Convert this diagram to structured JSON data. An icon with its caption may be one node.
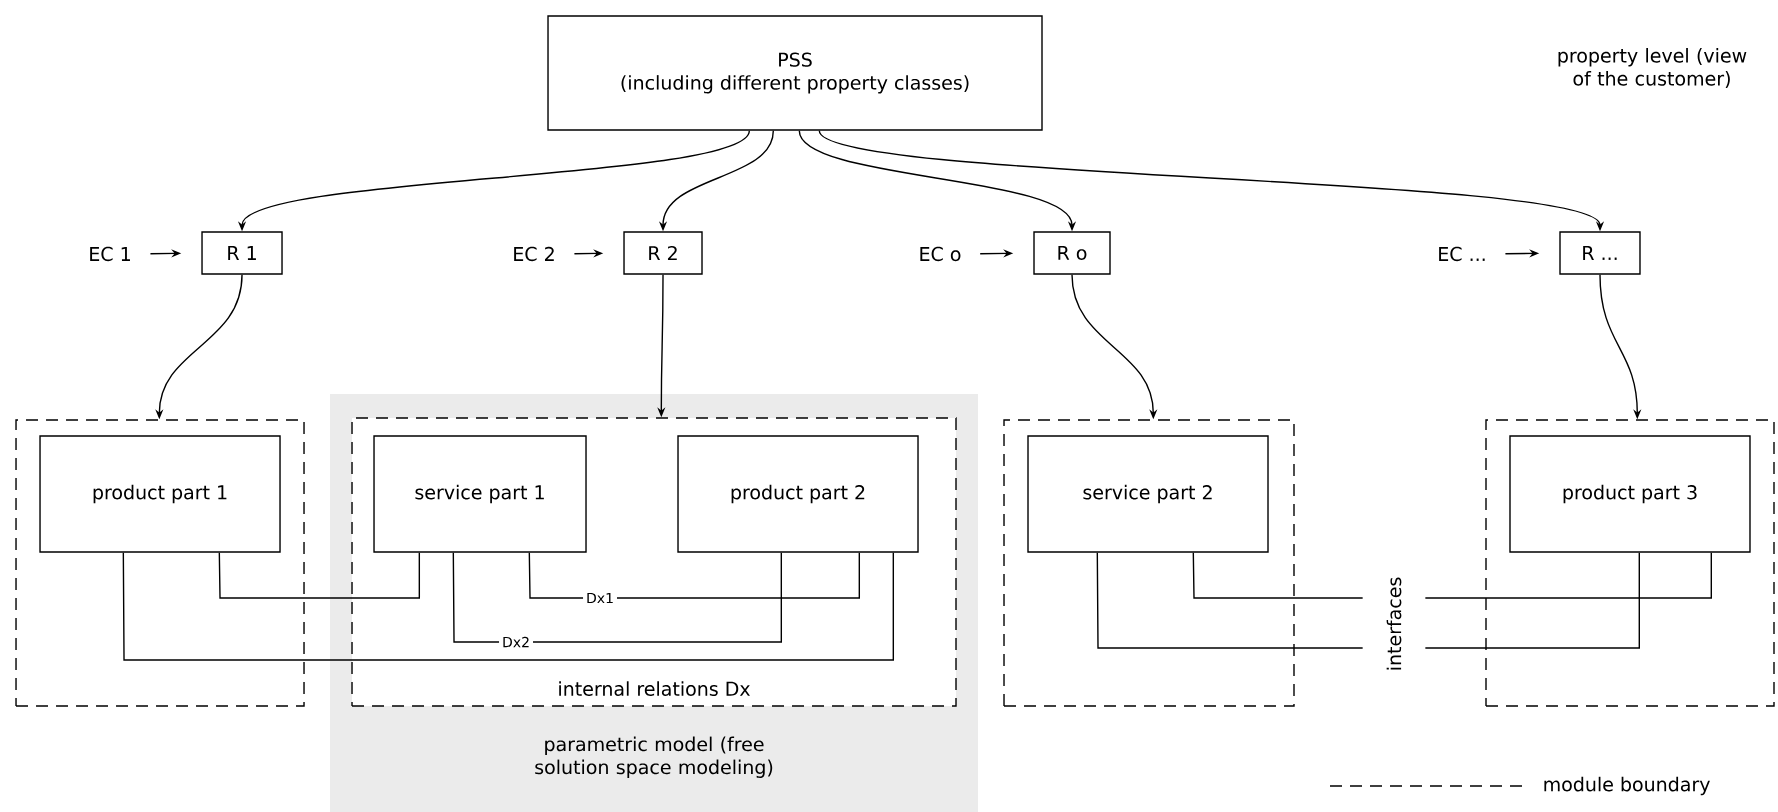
{
  "diagram": {
    "nodes": [
      {
        "text": [
          "PSS",
          "(including different property classes)"
        ]
      },
      {
        "text": [
          "EC 1"
        ]
      },
      {
        "text": [
          "R 1"
        ]
      },
      {
        "text": [
          "EC 2"
        ]
      },
      {
        "text": [
          "R 2"
        ]
      },
      {
        "text": [
          "EC o"
        ]
      },
      {
        "text": [
          "R o"
        ]
      },
      {
        "text": [
          "EC ..."
        ]
      },
      {
        "text": [
          "R ..."
        ]
      },
      {
        "text": [],
        "shape": "box"
      },
      {
        "text": [
          "product part 1"
        ],
        "in": 9
      },
      {
        "text": [
          "parametric model (free solution space modeling)"
        ]
      },
      {
        "text": [
          "internal relations Dx"
        ],
        "in": 11
      },
      {
        "text": [
          "service part 1"
        ],
        "in": 12
      },
      {
        "text": [
          "product part 2"
        ],
        "in": 12
      },
      {
        "text": [],
        "shape": "box"
      },
      {
        "text": [
          "service part 2"
        ],
        "in": 15
      },
      {
        "text": [],
        "shape": "box"
      },
      {
        "text": [
          "product part 3"
        ],
        "in": 17
      }
    ],
    "edges": [
      {
        "from": 0,
        "to": 2,
        "arrow": "to"
      },
      {
        "from": 0,
        "to": 4,
        "arrow": "to"
      },
      {
        "from": 0,
        "to": 6,
        "arrow": "to"
      },
      {
        "from": 0,
        "to": 8,
        "arrow": "to"
      },
      {
        "from": 1,
        "to": 2,
        "arrow": "to"
      },
      {
        "from": 3,
        "to": 4,
        "arrow": "to"
      },
      {
        "from": 5,
        "to": 6,
        "arrow": "to"
      },
      {
        "from": 7,
        "to": 8,
        "arrow": "to"
      },
      {
        "from": 2,
        "to": 9,
        "arrow": "to"
      },
      {
        "from": 4,
        "to": 12,
        "arrow": "to"
      },
      {
        "from": 6,
        "to": 15,
        "arrow": "to"
      },
      {
        "from": 8,
        "to": 17,
        "arrow": "to"
      },
      {
        "from": 10,
        "to": 13,
        "arrow": "none"
      },
      {
        "from": 10,
        "to": 14,
        "arrow": "none"
      },
      {
        "from": 13,
        "to": 14,
        "arrow": "none",
        "label": "Dx1"
      },
      {
        "from": 13,
        "to": 14,
        "arrow": "none",
        "label": "Dx2"
      },
      {
        "from": 16,
        "to": 18,
        "arrow": "none"
      },
      {
        "from": 16,
        "to": 18,
        "arrow": "none"
      }
    ],
    "labels": [
      "property level (view of the customer)",
      "interfaces"
    ],
    "legend": [
      {
        "text": "module boundary"
      }
    ]
  }
}
